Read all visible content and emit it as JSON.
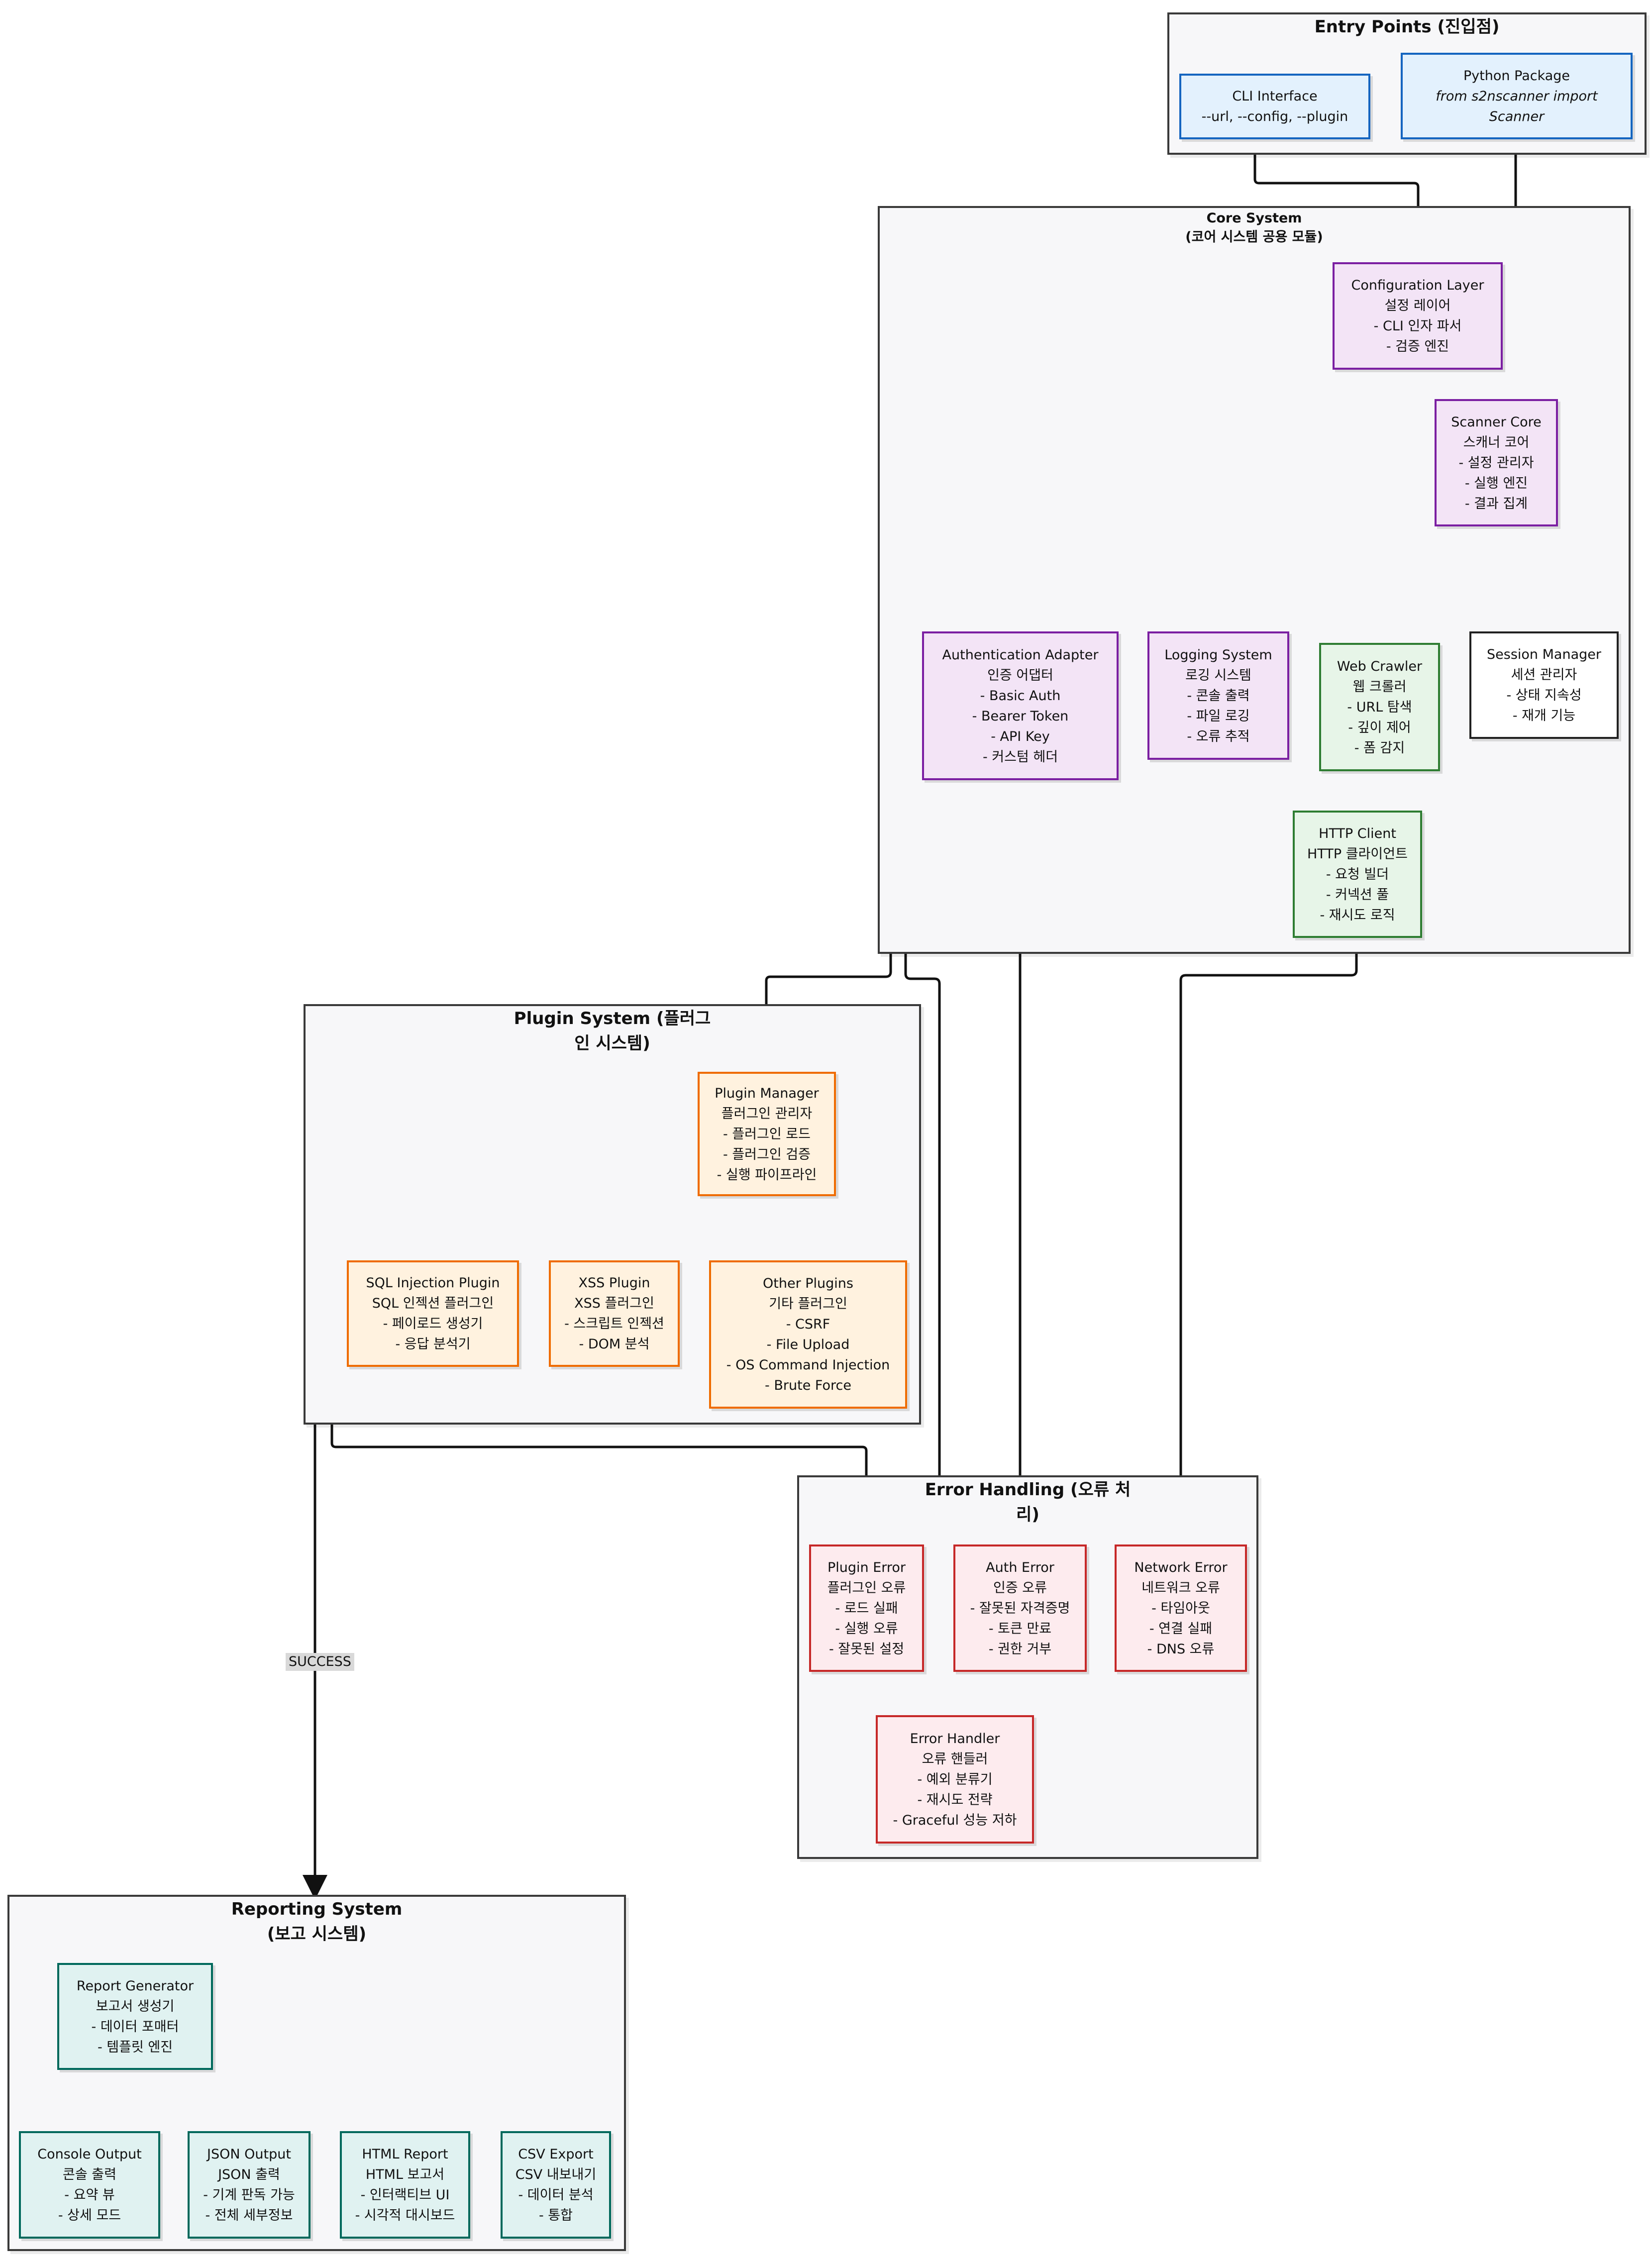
{
  "clusters": {
    "entry": {
      "title": "Entry Points (진입점)"
    },
    "core": {
      "title": "Core System\n(코어 시스템 공용 모듈)"
    },
    "plugin": {
      "title": "Plugin System (플러그\n인 시스템)"
    },
    "error": {
      "title": "Error Handling (오류 처\n리)"
    },
    "reporting": {
      "title": "Reporting System\n(보고 시스템)"
    }
  },
  "nodes": {
    "cli": {
      "lines": [
        "CLI Interface",
        "--url, --config, --plugin"
      ]
    },
    "pypkg": {
      "lines": [
        "Python Package",
        "from s2nscanner import",
        "Scanner"
      ]
    },
    "config": {
      "lines": [
        "Configuration Layer",
        "설정 레이어",
        "- CLI 인자 파서",
        "- 검증 엔진"
      ]
    },
    "scanner_core": {
      "lines": [
        "Scanner Core",
        "스캐너 코어",
        "- 설정 관리자",
        "- 실행 엔진",
        "- 결과 집계"
      ]
    },
    "auth_adapter": {
      "lines": [
        "Authentication Adapter",
        "인증 어댑터",
        "- Basic Auth",
        "- Bearer Token",
        "- API Key",
        "- 커스텀 헤더"
      ]
    },
    "logging": {
      "lines": [
        "Logging System",
        "로깅 시스템",
        "- 콘솔 출력",
        "- 파일 로깅",
        "- 오류 추적"
      ]
    },
    "crawler": {
      "lines": [
        "Web Crawler",
        "웹 크롤러",
        "- URL 탐색",
        "- 깊이 제어",
        "- 폼 감지"
      ]
    },
    "session": {
      "lines": [
        "Session Manager",
        "세션 관리자",
        "- 상태 지속성",
        "- 재개 기능"
      ]
    },
    "http": {
      "lines": [
        "HTTP Client",
        "HTTP 클라이언트",
        "- 요청 빌더",
        "- 커넥션 풀",
        "- 재시도 로직"
      ]
    },
    "plugin_mgr": {
      "lines": [
        "Plugin Manager",
        "플러그인 관리자",
        "- 플러그인 로드",
        "- 플러그인 검증",
        "- 실행 파이프라인"
      ]
    },
    "sqli": {
      "lines": [
        "SQL Injection Plugin",
        "SQL 인젝션 플러그인",
        "- 페이로드 생성기",
        "- 응답 분석기"
      ]
    },
    "xss": {
      "lines": [
        "XSS Plugin",
        "XSS 플러그인",
        "- 스크립트 인젝션",
        "- DOM 분석"
      ]
    },
    "other": {
      "lines": [
        "Other Plugins",
        "기타 플러그인",
        "- CSRF",
        "- File Upload",
        "- OS Command Injection",
        "- Brute Force"
      ]
    },
    "plugin_err": {
      "lines": [
        "Plugin Error",
        "플러그인 오류",
        "- 로드 실패",
        "- 실행 오류",
        "- 잘못된 설정"
      ]
    },
    "auth_err": {
      "lines": [
        "Auth Error",
        "인증 오류",
        "- 잘못된 자격증명",
        "- 토큰 만료",
        "- 권한 거부"
      ]
    },
    "net_err": {
      "lines": [
        "Network Error",
        "네트워크 오류",
        "- 타임아웃",
        "- 연결 실패",
        "- DNS 오류"
      ]
    },
    "err_handler": {
      "lines": [
        "Error Handler",
        "오류 핸들러",
        "- 예외 분류기",
        "- 재시도 전략",
        "- Graceful 성능 저하"
      ]
    },
    "report_gen": {
      "lines": [
        "Report Generator",
        "보고서 생성기",
        "- 데이터 포매터",
        "- 템플릿 엔진"
      ]
    },
    "console": {
      "lines": [
        "Console Output",
        "콘솔 출력",
        "- 요약 뷰",
        "- 상세 모드"
      ]
    },
    "json": {
      "lines": [
        "JSON Output",
        "JSON 출력",
        "- 기계 판독 가능",
        "- 전체 세부정보"
      ]
    },
    "html": {
      "lines": [
        "HTML Report",
        "HTML 보고서",
        "- 인터랙티브 UI",
        "- 시각적 대시보드"
      ]
    },
    "csv": {
      "lines": [
        "CSV Export",
        "CSV 내보내기",
        "- 데이터 분석",
        "- 통합"
      ]
    }
  },
  "edge_labels": {
    "success": "SUCCESS"
  }
}
